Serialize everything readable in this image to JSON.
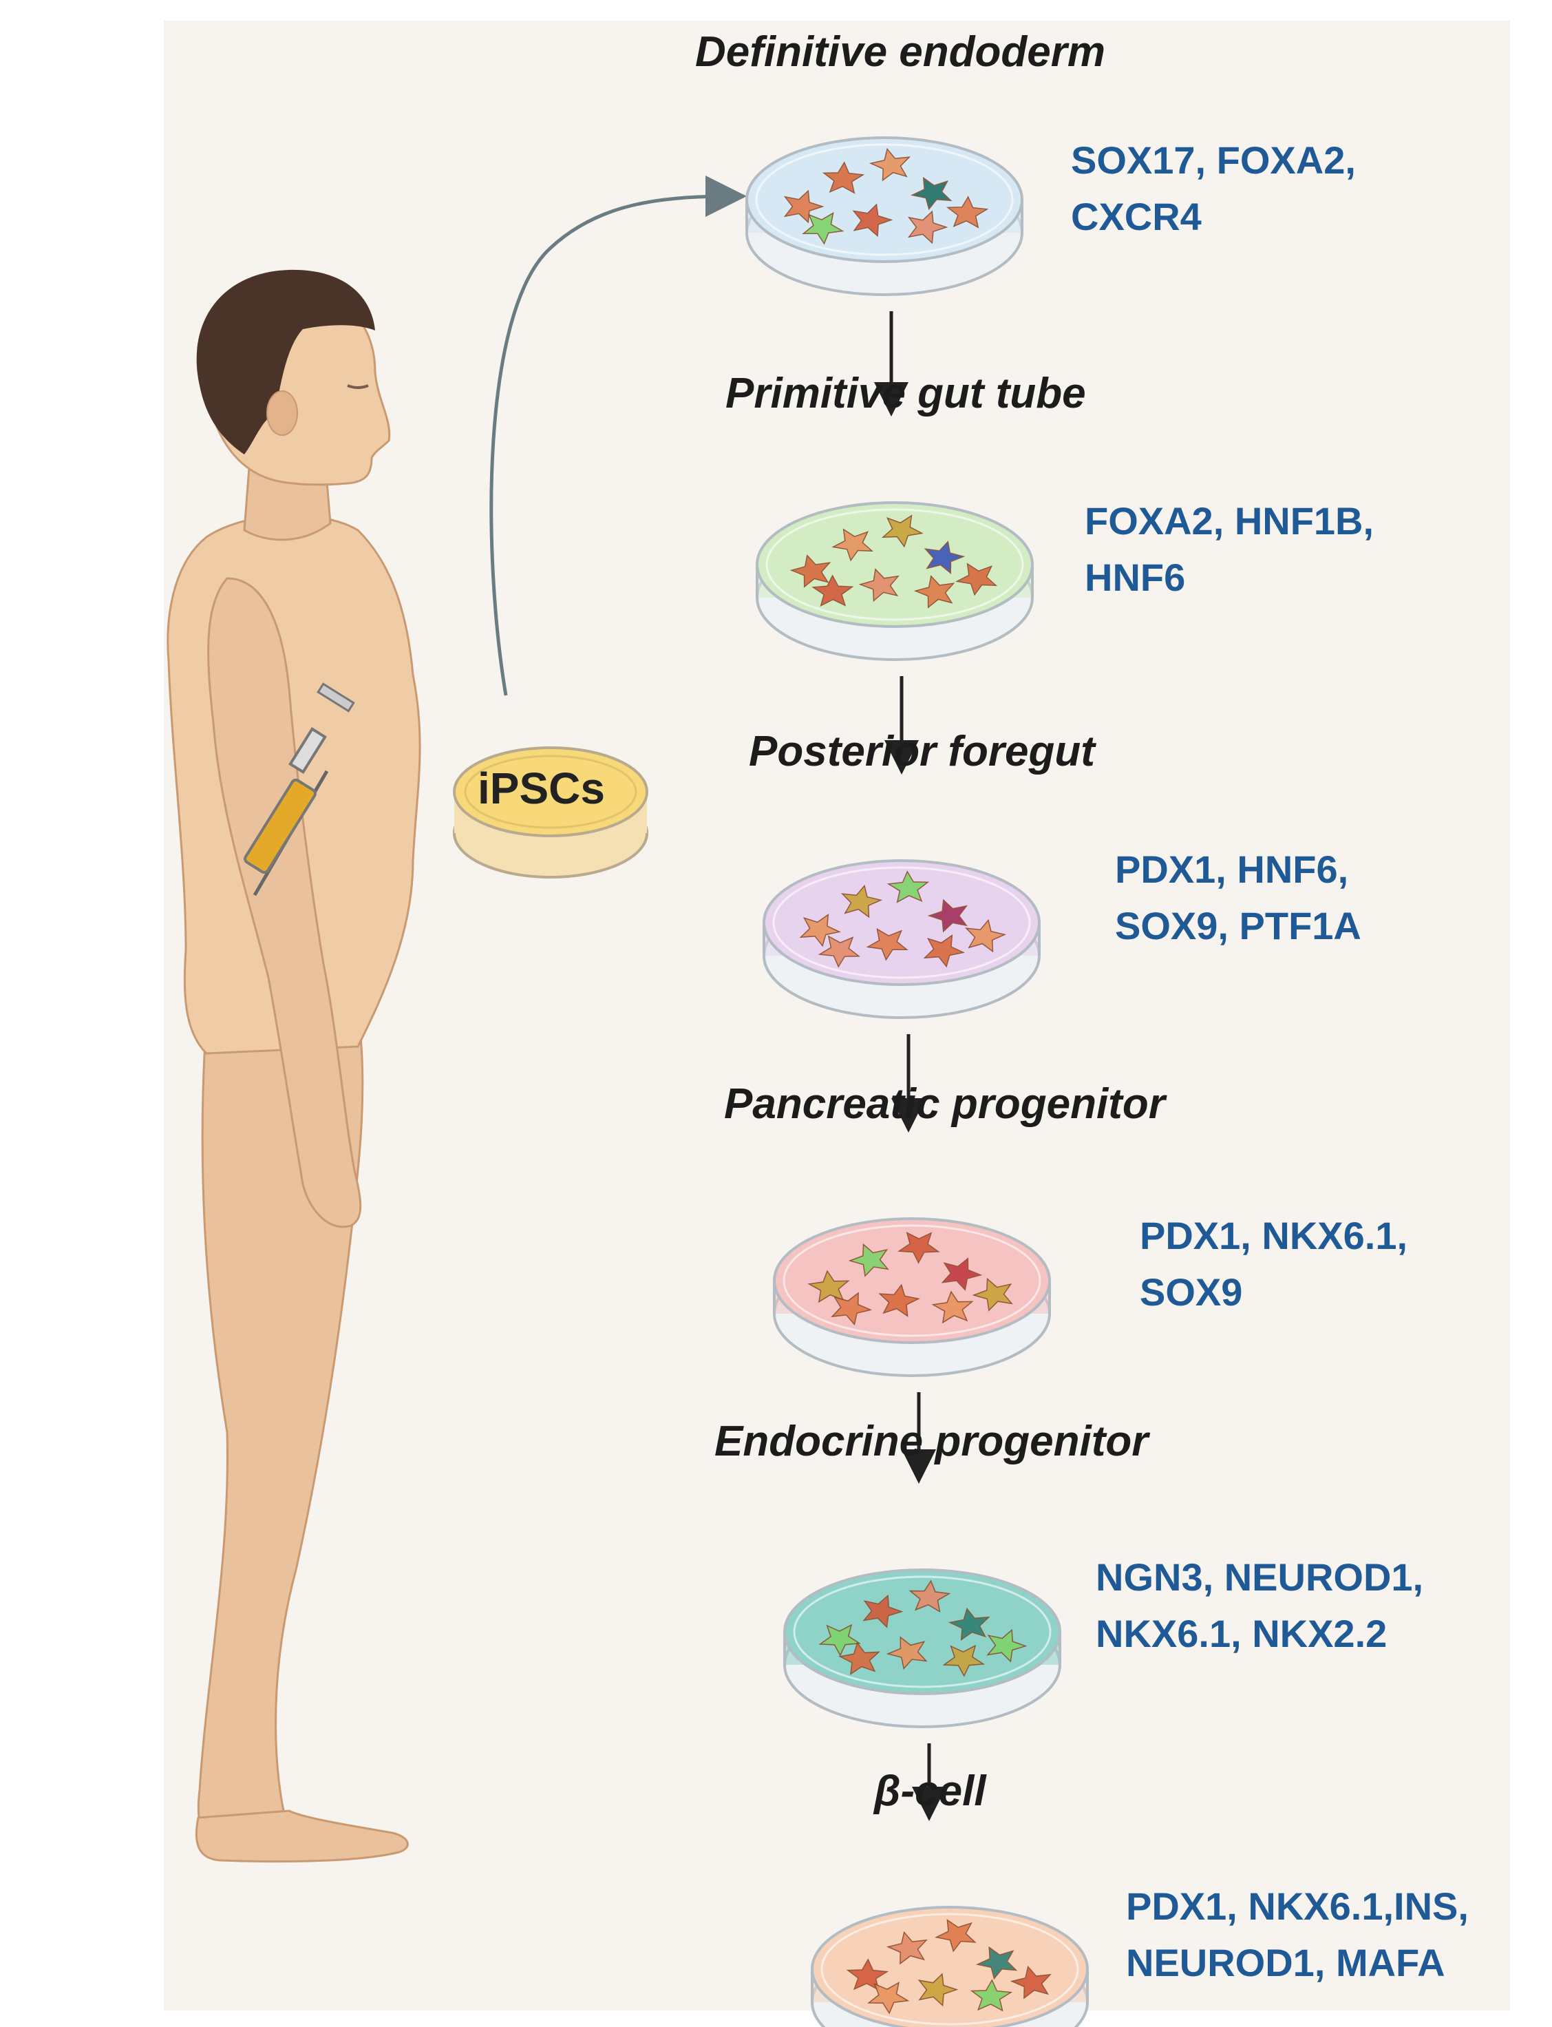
{
  "source": {
    "label": "iPSCs"
  },
  "stages": [
    {
      "title": "Definitive endoderm",
      "markers": [
        "SOX17, FOXA2,",
        "CXCR4"
      ],
      "dish_color": "#d6e8f3"
    },
    {
      "title": "Primitive gut tube",
      "markers": [
        "FOXA2, HNF1B,",
        "HNF6"
      ],
      "dish_color": "#d3ecc4"
    },
    {
      "title": "Posterior foregut",
      "markers": [
        "PDX1, HNF6,",
        "SOX9, PTF1A"
      ],
      "dish_color": "#e8d3ee"
    },
    {
      "title": "Pancreatic progenitor",
      "markers": [
        "PDX1, NKX6.1,",
        "SOX9"
      ],
      "dish_color": "#f6c3c3"
    },
    {
      "title": "Endocrine progenitor",
      "markers": [
        "NGN3, NEUROD1,",
        "NKX6.1, NKX2.2"
      ],
      "dish_color": "#8fd3c8"
    },
    {
      "title": "β-cell",
      "markers": [
        "PDX1, NKX6.1,INS,",
        "NEUROD1, MAFA"
      ],
      "dish_color": "#f7d2b8"
    }
  ],
  "colors": {
    "marker_text": "#1f5a96",
    "title_text": "#1c1c1c",
    "skin": "#eecdaa",
    "hair": "#4a342a",
    "ipsc_dish": "#f7d97a"
  }
}
